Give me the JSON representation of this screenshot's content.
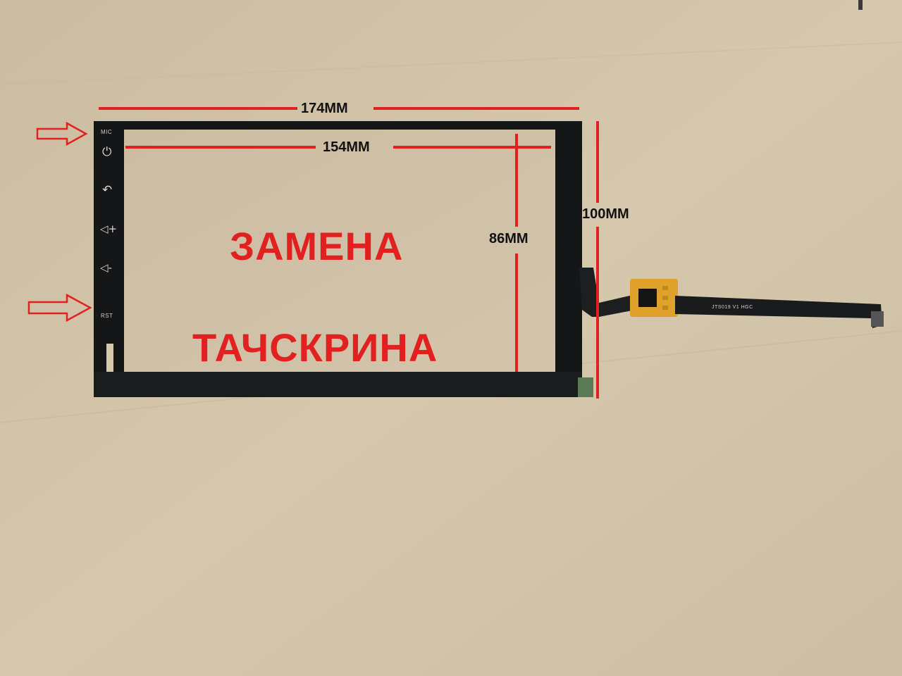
{
  "photo": {
    "background_color": "#d2c3a8",
    "panel_color": "#151618",
    "glass_color": "#cdbfa5",
    "annotation_color": "#e32020",
    "flex_chip_color": "#e0a12a"
  },
  "side_buttons": {
    "mic": "MIC",
    "rst": "RST",
    "icons": [
      "power-icon",
      "back-icon",
      "volume-up-icon",
      "volume-down-icon"
    ]
  },
  "dimensions": {
    "outer_width": "174MM",
    "inner_width": "154MM",
    "inner_height": "86MM",
    "outer_height": "100MM"
  },
  "headline": {
    "line1": "ЗАМЕНА",
    "line2": "ТАЧСКРИНА"
  },
  "flex_cable": {
    "marking": "JTS019 V1 HGC"
  }
}
